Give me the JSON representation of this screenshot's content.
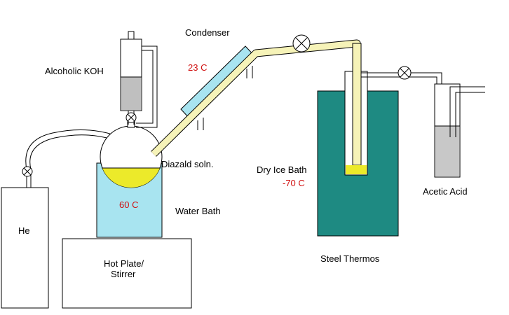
{
  "labels": {
    "condenser": "Condenser",
    "alcoholic_koh": "Alcoholic KOH",
    "condenser_temp": "23 C",
    "diazald": "Diazald soln.",
    "dry_ice_bath": "Dry Ice Bath",
    "dry_ice_temp": "-70 C",
    "acetic_acid": "Acetic Acid",
    "water_bath_temp": "60 C",
    "water_bath": "Water Bath",
    "he": "He",
    "hot_plate_line1": "Hot Plate/",
    "hot_plate_line2": "Stirrer",
    "steel_thermos": "Steel Thermos"
  },
  "colors": {
    "water": "#a8e4f0",
    "dry_ice": "#1e8a82",
    "condenser_fill": "#a8e4f0",
    "tubing": "#f6f3b8",
    "yellow_solution": "#ecea2a",
    "koh_solution": "#bfbfbf",
    "acid_solution": "#c8c8c8",
    "temperature_text": "#d01010"
  }
}
